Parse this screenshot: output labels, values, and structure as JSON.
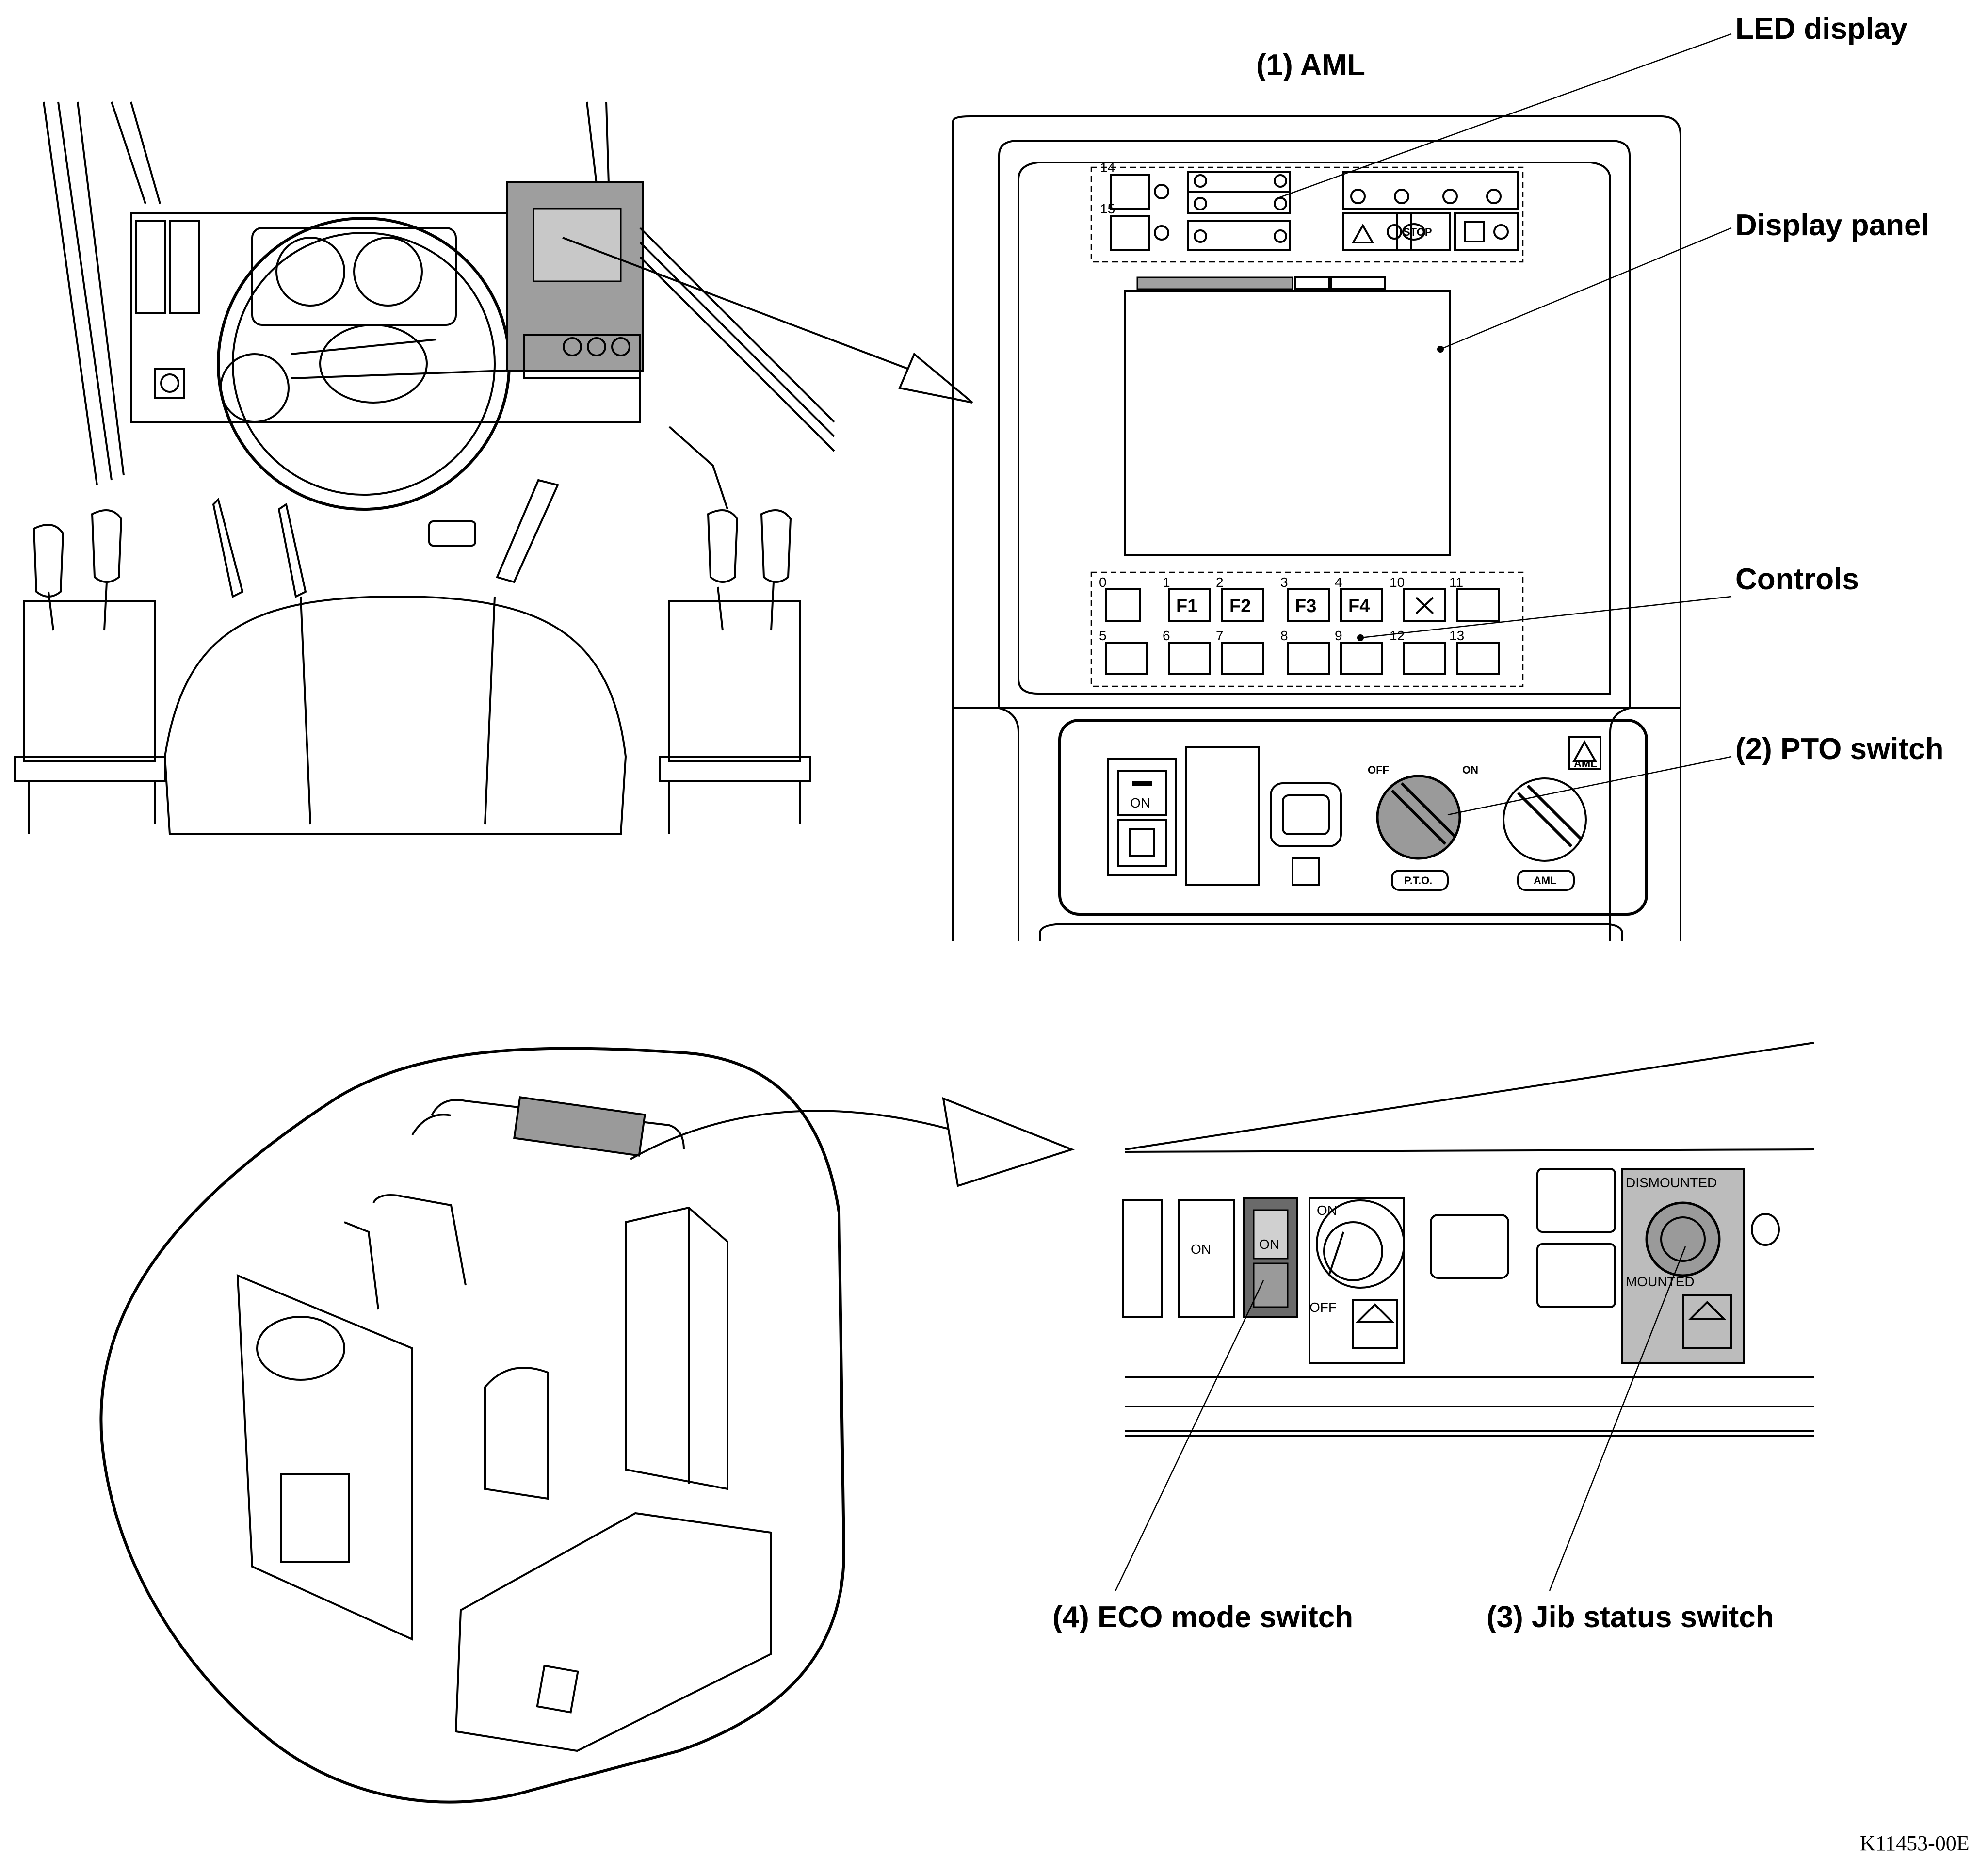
{
  "labels": {
    "aml_title": "(1) AML",
    "led_display": "LED display",
    "display_panel": "Display panel",
    "controls": "Controls",
    "pto_switch": "(2) PTO switch",
    "eco_mode_switch": "(4) ECO mode switch",
    "jib_status_switch": "(3) Jib status switch"
  },
  "figure_code": "K11453-00E",
  "aml_panel": {
    "key_labels": [
      "F1",
      "F2",
      "F3",
      "F4"
    ],
    "key_numbers_top": [
      "0",
      "1",
      "2",
      "3",
      "4",
      "10",
      "11"
    ],
    "key_numbers_bottom": [
      "5",
      "6",
      "7",
      "8",
      "9",
      "12",
      "13"
    ],
    "led_numbers": [
      "14",
      "15"
    ],
    "stop_label": "STOP"
  },
  "lower_panel": {
    "off_label": "OFF",
    "on_label": "ON",
    "pto_label": "P.T.O.",
    "aml_label": "AML",
    "aml_sign": "AML",
    "switch_on": "ON"
  },
  "switch_panel": {
    "dismounted": "DISMOUNTED",
    "mounted": "MOUNTED",
    "on": "ON",
    "off": "OFF"
  }
}
